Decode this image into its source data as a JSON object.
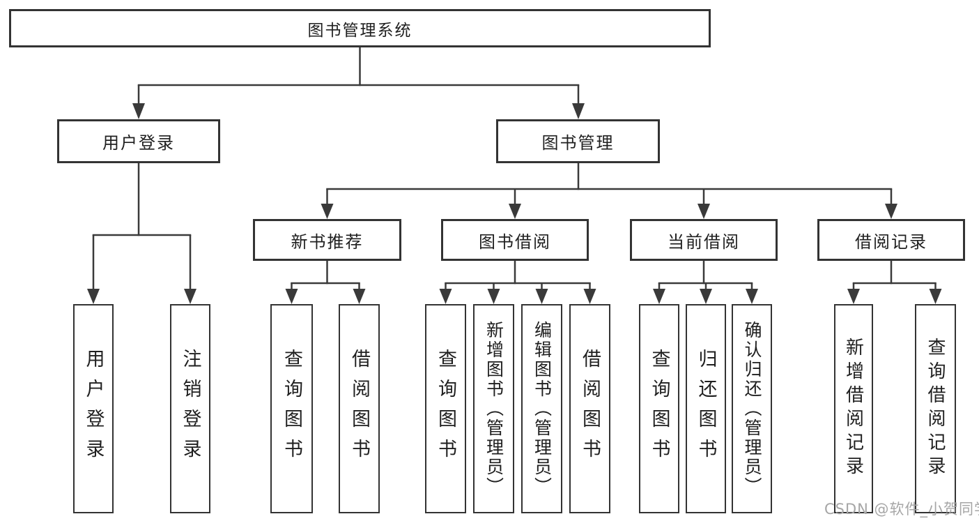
{
  "nodes": {
    "root": {
      "label": "图书管理系统"
    },
    "level2": [
      {
        "label": "用户登录"
      },
      {
        "label": "图书管理"
      }
    ],
    "level3": [
      {
        "label": "新书推荐"
      },
      {
        "label": "图书借阅"
      },
      {
        "label": "当前借阅"
      },
      {
        "label": "借阅记录"
      }
    ],
    "leaves": [
      {
        "label": "用户登录"
      },
      {
        "label": "注销登录"
      },
      {
        "label": "查询图书"
      },
      {
        "label": "借阅图书"
      },
      {
        "label": "查询图书"
      },
      {
        "label": "新增图书（管理员）"
      },
      {
        "label": "编辑图书（管理员）"
      },
      {
        "label": "借阅图书"
      },
      {
        "label": "查询图书"
      },
      {
        "label": "归还图书"
      },
      {
        "label": "确认归还（管理员）"
      },
      {
        "label": "新增借阅记录"
      },
      {
        "label": "查询借阅记录"
      }
    ]
  },
  "watermark": {
    "text": "CSDN @软件_小贺同学"
  },
  "colors": {
    "line": "#3a3a3a",
    "box_border": "#333333",
    "box_fill": "#ffffff",
    "text": "#1f1f1f",
    "watermark": "#a6a6a6",
    "background": "#ffffff"
  }
}
